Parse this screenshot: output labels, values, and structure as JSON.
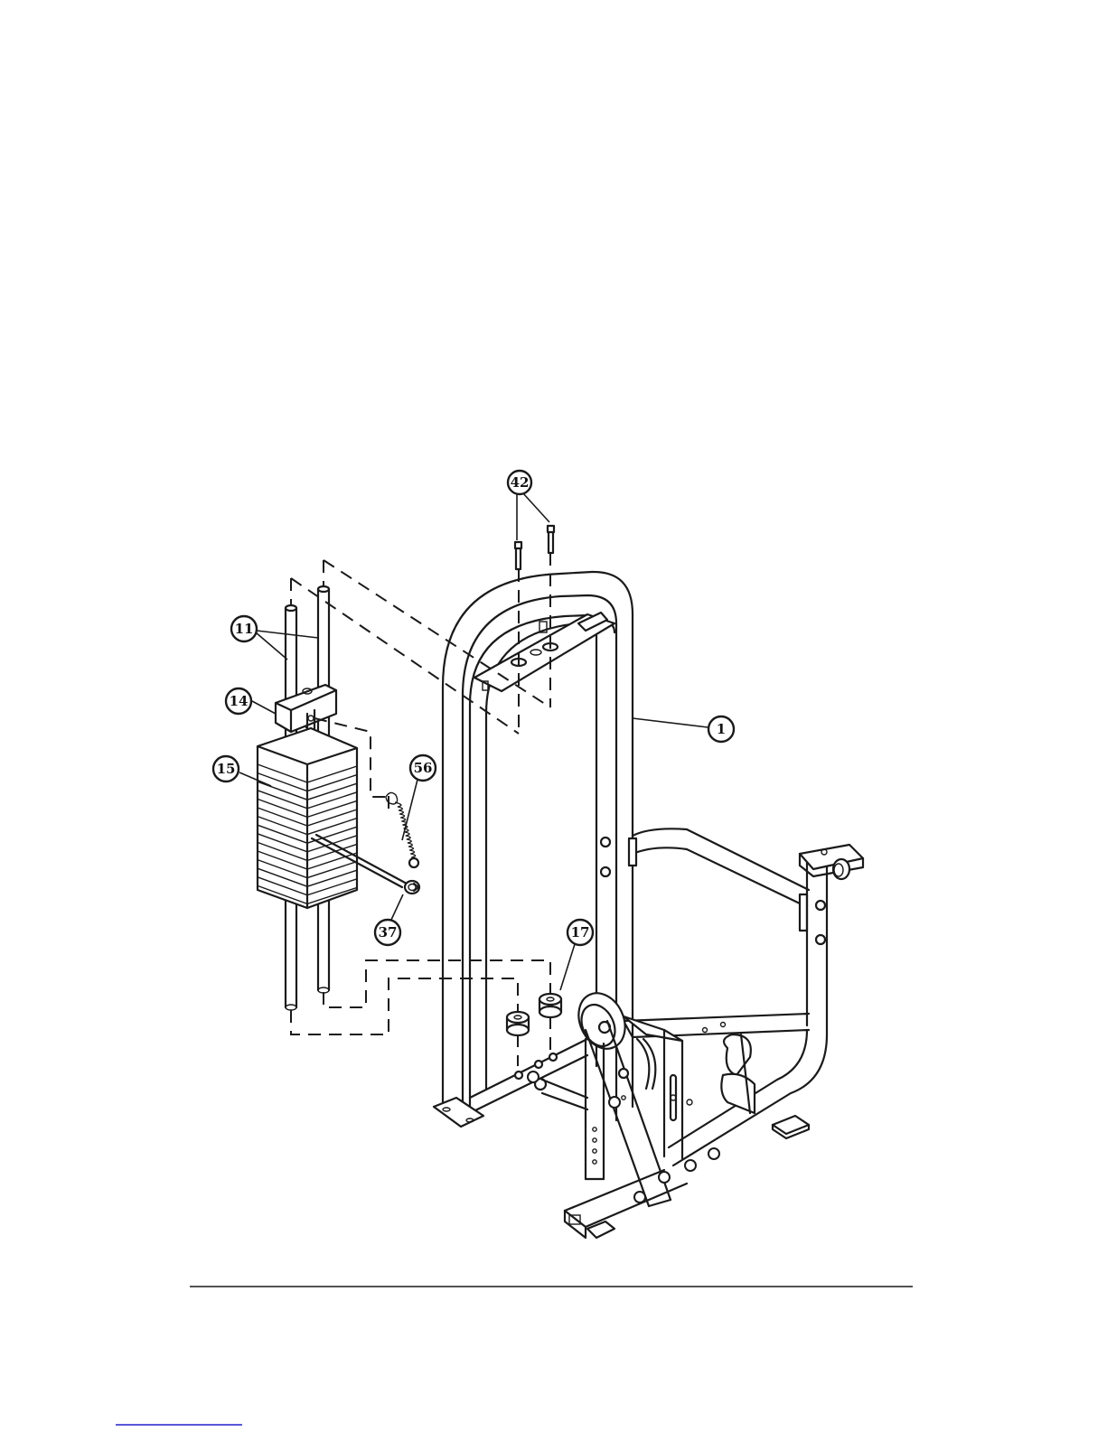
{
  "diagram": {
    "callouts": [
      {
        "id": "callout-42",
        "label": "42"
      },
      {
        "id": "callout-11",
        "label": "11"
      },
      {
        "id": "callout-14",
        "label": "14"
      },
      {
        "id": "callout-1",
        "label": "1"
      },
      {
        "id": "callout-15",
        "label": "15"
      },
      {
        "id": "callout-56",
        "label": "56"
      },
      {
        "id": "callout-37",
        "label": "37"
      },
      {
        "id": "callout-17",
        "label": "17"
      }
    ]
  },
  "colors": {
    "ink": "#1a1a1a",
    "paper": "#ffffff",
    "footer_link": "#2222cc"
  }
}
